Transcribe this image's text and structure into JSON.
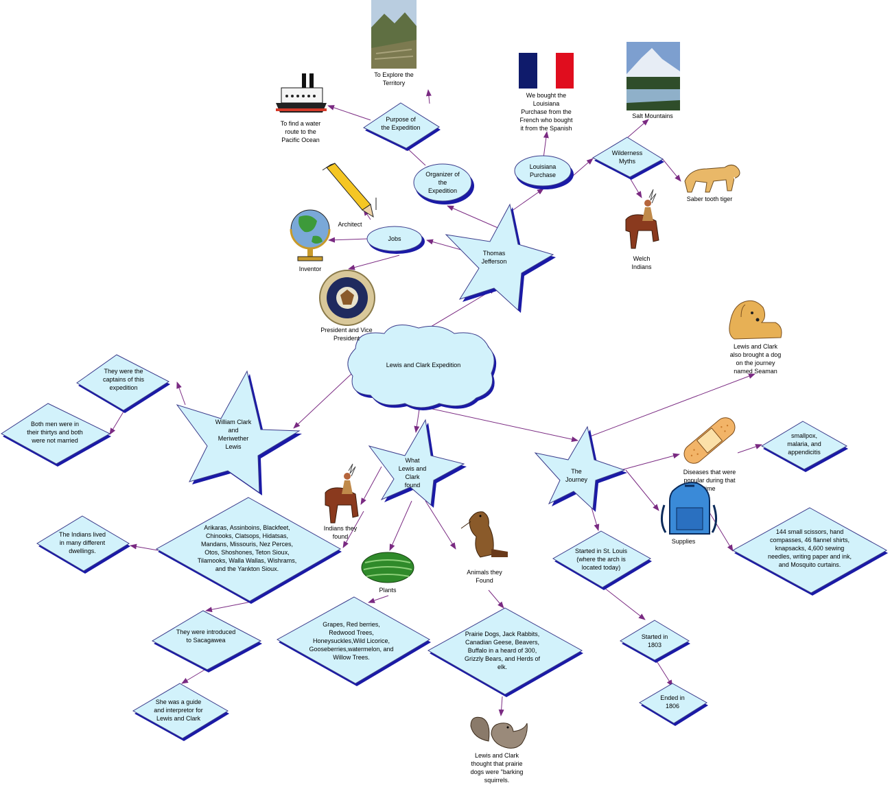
{
  "central": {
    "label": "Lewis and Clark Expedition"
  },
  "jefferson": {
    "label": [
      "Thomas",
      "Jefferson"
    ]
  },
  "jobs": {
    "label": "Jobs"
  },
  "organizer": {
    "label": [
      "Organizer of",
      "the",
      "Expedition"
    ]
  },
  "louisiana": {
    "label": [
      "Louisiana",
      "Purchase"
    ]
  },
  "purpose": {
    "label": [
      "Purpose of",
      "the Expedition"
    ]
  },
  "myths": {
    "label": [
      "Wilderness",
      "Myths"
    ]
  },
  "explore": {
    "label": [
      "To Explore the",
      "Territory"
    ]
  },
  "water_route": {
    "label": [
      "To find  a water",
      "route to the",
      "Pacific Ocean"
    ]
  },
  "french": {
    "label": [
      "We bought the",
      "Louisiana",
      "Purchase from the",
      "French who bought",
      "it from the Spanish"
    ]
  },
  "salt": {
    "label": "Salt Mountains"
  },
  "saber": {
    "label": "Saber tooth tiger"
  },
  "welch": {
    "label": [
      "Welch",
      "Indians"
    ]
  },
  "architect": {
    "label": "Architect"
  },
  "inventor": {
    "label": "Inventor"
  },
  "president": {
    "label": [
      "President and Vice",
      "President"
    ]
  },
  "clark_lewis": {
    "label": [
      "William Clark",
      "and",
      "Meriwether",
      "Lewis"
    ]
  },
  "captains": {
    "label": [
      "They were the",
      "captains of this",
      "expedition"
    ]
  },
  "thirties": {
    "label": [
      "Both men were in",
      "their thirtys and both",
      "were not married"
    ]
  },
  "found": {
    "label": [
      "What",
      "Lewis and",
      "Clark",
      "found"
    ]
  },
  "journey": {
    "label": [
      "The",
      "Journey"
    ]
  },
  "dog": {
    "label": [
      "Lewis and Clark",
      "also brought a dog",
      "on the journey",
      "named Seaman"
    ]
  },
  "tribes": {
    "label": [
      "Arikaras, Assinboins, Blackfeet,",
      "Chinooks, Clatsops, Hidatsas,",
      "Mandans, Missouris, Nez Perces,",
      "Otos, Shoshones, Teton Sioux,",
      "Tilamooks, Walla Wallas, Wishrams,",
      "and the Yankton Sioux."
    ]
  },
  "dwellings": {
    "label": [
      "The Indians lived",
      "in many different",
      "dwellings."
    ]
  },
  "indians_found": {
    "label": [
      "Indians they",
      "found"
    ]
  },
  "plants": {
    "label": "Plants"
  },
  "animals": {
    "label": [
      "Animals they",
      "Found"
    ]
  },
  "sacagawea": {
    "label": [
      "They were introduced",
      "to Sacagawea"
    ]
  },
  "guide": {
    "label": [
      "She was a guide",
      "and interpretor for",
      "Lewis and Clark"
    ]
  },
  "plant_list": {
    "label": [
      "Grapes, Red berries,",
      "Redwood Trees,",
      "Honeysuckles,Wild Licorice,",
      "Gooseberries,watermelon, and",
      "Willow Trees."
    ]
  },
  "animal_list": {
    "label": [
      "Prairie Dogs, Jack Rabbits,",
      "Canadian Geese, Beavers,",
      "Buffalo in a heard of 300,",
      "Grizzly Bears, and Herds of",
      "elk."
    ]
  },
  "barking": {
    "label": [
      "Lewis and Clark",
      "thought that prairie",
      "dogs were \"barking",
      "squirrels."
    ]
  },
  "diseases": {
    "label": [
      "Diseases that were",
      "popular during that",
      "time"
    ]
  },
  "disease_list": {
    "label": [
      "smallpox,",
      "malaria, and",
      "appendicitis"
    ]
  },
  "supplies": {
    "label": "Supplies"
  },
  "supply_list": {
    "label": [
      "144 small scissors, hand",
      "compasses, 46 flannel shirts,",
      "knapsacks, 4,600 sewing",
      "needles, writing paper and ink,",
      "and Mosquito curtains."
    ]
  },
  "st_louis": {
    "label": [
      "Started in St. Louis",
      "(where the arch is",
      "located today)"
    ]
  },
  "started": {
    "label": [
      "Started in",
      "1803"
    ]
  },
  "ended": {
    "label": [
      "Ended in",
      "1806"
    ]
  },
  "colors": {
    "node_fill": "#d2f2fb",
    "shadow": "#1a1aa6",
    "link": "#7a2a82"
  }
}
